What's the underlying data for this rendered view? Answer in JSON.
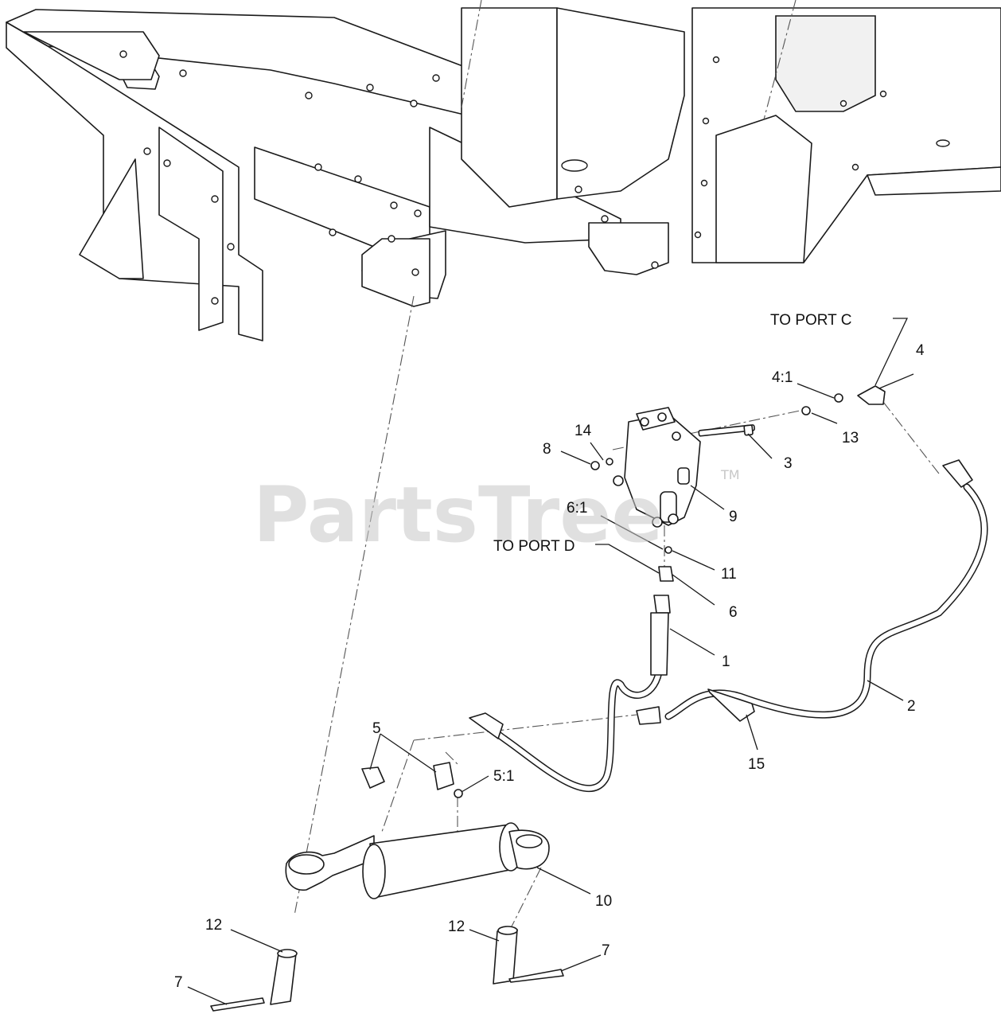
{
  "watermark": {
    "text": "PartsTree",
    "mark": "TM"
  },
  "port_labels": {
    "port_c": "TO PORT C",
    "port_d": "TO PORT D"
  },
  "callouts": [
    {
      "id": "c1",
      "label": "1"
    },
    {
      "id": "c2",
      "label": "2"
    },
    {
      "id": "c3",
      "label": "3"
    },
    {
      "id": "c4",
      "label": "4"
    },
    {
      "id": "c4-1",
      "label": "4:1"
    },
    {
      "id": "c5",
      "label": "5"
    },
    {
      "id": "c5-1",
      "label": "5:1"
    },
    {
      "id": "c6",
      "label": "6"
    },
    {
      "id": "c6-1",
      "label": "6:1"
    },
    {
      "id": "c7a",
      "label": "7"
    },
    {
      "id": "c7b",
      "label": "7"
    },
    {
      "id": "c8",
      "label": "8"
    },
    {
      "id": "c9",
      "label": "9"
    },
    {
      "id": "c10",
      "label": "10"
    },
    {
      "id": "c11",
      "label": "11"
    },
    {
      "id": "c12a",
      "label": "12"
    },
    {
      "id": "c12b",
      "label": "12"
    },
    {
      "id": "c13",
      "label": "13"
    },
    {
      "id": "c14",
      "label": "14"
    },
    {
      "id": "c15",
      "label": "15"
    }
  ]
}
